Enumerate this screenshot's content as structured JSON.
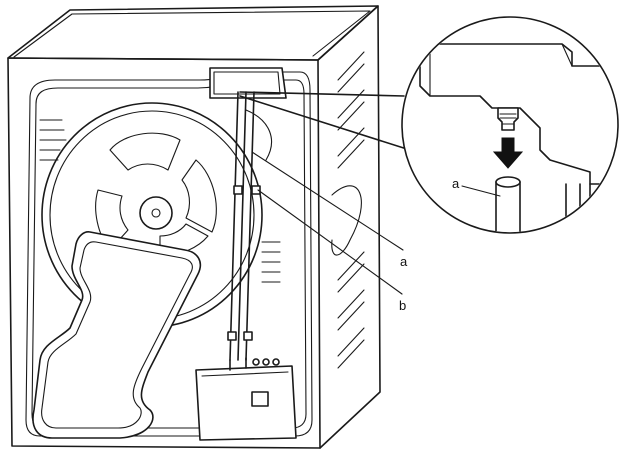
{
  "labels": {
    "a_main": "a",
    "b_main": "b",
    "a_detail": "a"
  },
  "colors": {
    "line": "#1a1a1a",
    "background": "#ffffff"
  },
  "icons": {
    "arrow": "down-arrow-icon"
  }
}
